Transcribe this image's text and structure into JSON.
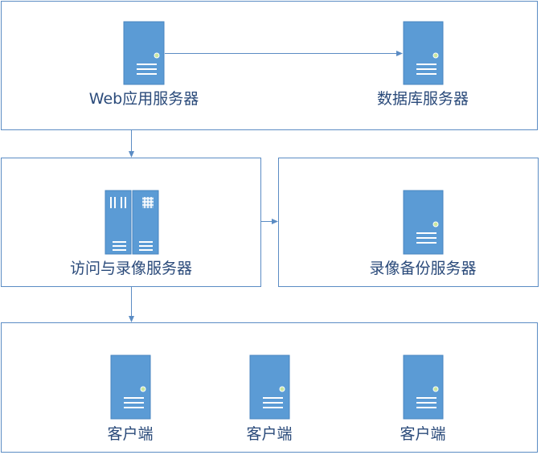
{
  "nodes": {
    "web_server": {
      "label": "Web应用服务器"
    },
    "db_server": {
      "label": "数据库服务器"
    },
    "access_recording_server": {
      "label": "访问与录像服务器"
    },
    "backup_server": {
      "label": "录像备份服务器"
    },
    "client_1": {
      "label": "客户端"
    },
    "client_2": {
      "label": "客户端"
    },
    "client_3": {
      "label": "客户端"
    }
  },
  "colors": {
    "server_fill": "#5b9bd5",
    "panel_border": "#5b8cc4",
    "label_text": "#2a4a7a",
    "led": "#c8e6a0"
  },
  "icons": {
    "server": "server-icon",
    "rack_server": "rack-server-icon"
  }
}
